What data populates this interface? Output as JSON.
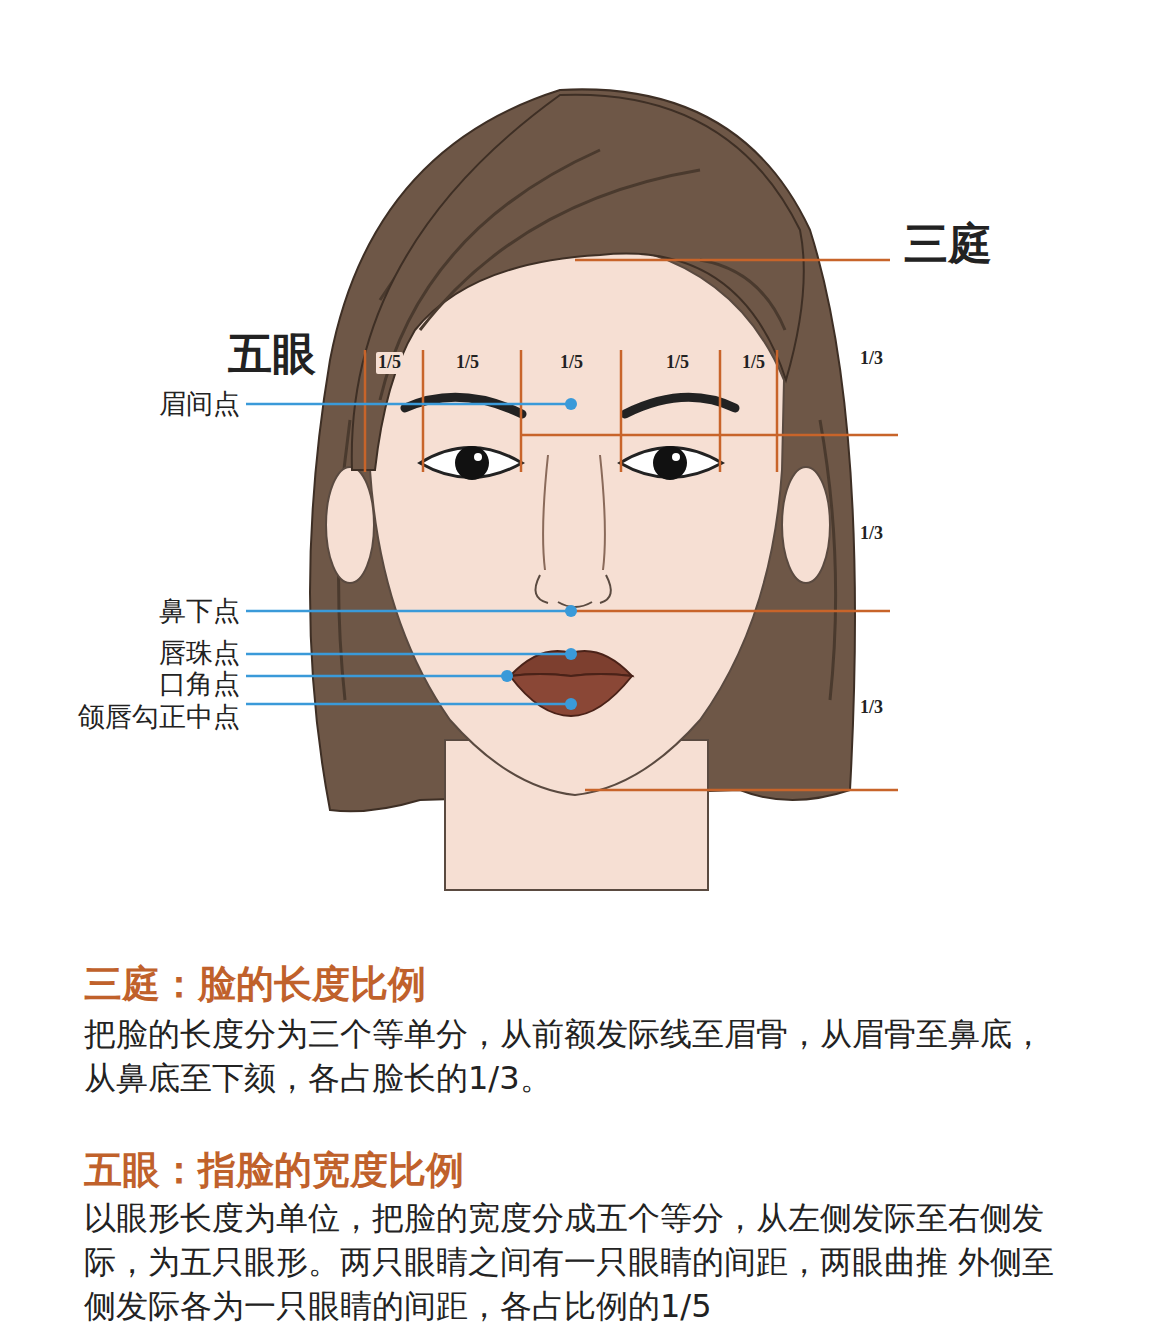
{
  "diagram": {
    "labels": [
      "三庭",
      "五眼",
      "1/5",
      "1/5",
      "1/5",
      "1/5",
      "1/5",
      "1/3",
      "1/3",
      "1/3",
      "眉间点",
      "鼻下点",
      "唇珠点",
      "口角点",
      "颌唇勾正中点",
      "三庭：脸的长度比例",
      "把脸的长度分为三个等单分，从前额发际线至眉骨，从眉骨至鼻底，从鼻底至下颏，各占脸长的1/3。",
      "五眼：指脸的宽度比例",
      "以眼形长度为单位，把脸的宽度分成五个等分，从左侧发际至右侧发际，为五只眼形。两只眼睛之间有一只眼睛的间距，两眼曲推 外侧至侧发际各为一只眼睛的间距，各占比例的1/5"
    ]
  }
}
